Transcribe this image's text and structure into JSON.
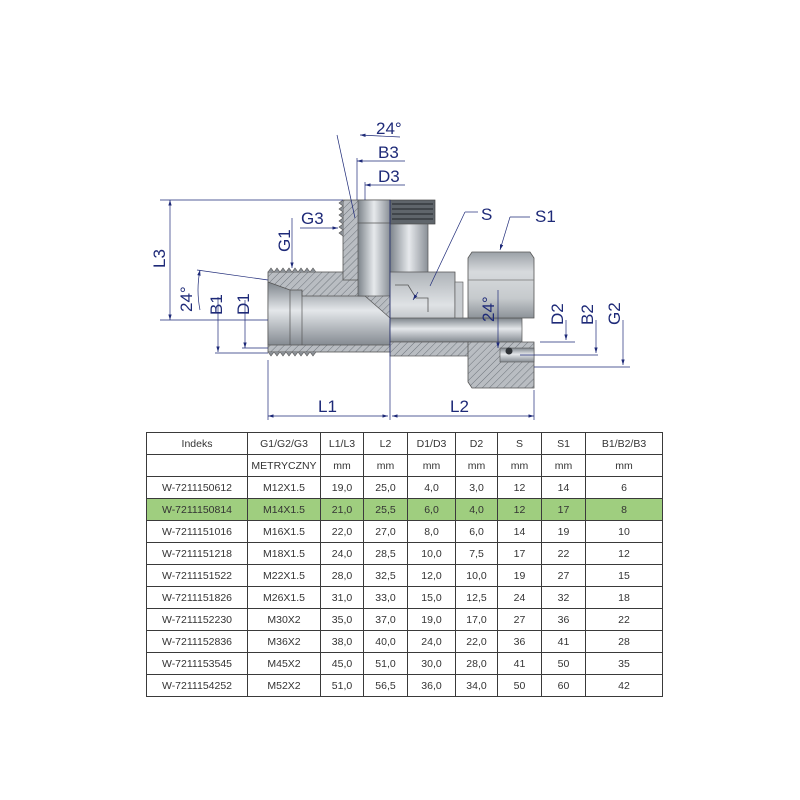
{
  "drawing": {
    "labels": {
      "angle_top": "24°",
      "b3": "B3",
      "d3": "D3",
      "g3": "G3",
      "g1": "G1",
      "l3": "L3",
      "angle_left": "24°",
      "b1": "B1",
      "d1": "D1",
      "s": "S",
      "s1": "S1",
      "angle_right": "24°",
      "d2": "D2",
      "b2": "B2",
      "g2": "G2",
      "l1": "L1",
      "l2": "L2"
    },
    "colors": {
      "dimension": "#1e2a78",
      "metal_light": "#d6d9dd",
      "metal_dark": "#6f757c",
      "section_hatch": "#8a8f95",
      "highlight_row": "#9fce7f"
    }
  },
  "table": {
    "headers": [
      "Indeks",
      "G1/G2/G3",
      "L1/L3",
      "L2",
      "D1/D3",
      "D2",
      "S",
      "S1",
      "B1/B2/B3"
    ],
    "units": [
      "",
      "METRYCZNY",
      "mm",
      "mm",
      "mm",
      "mm",
      "mm",
      "mm",
      "mm"
    ],
    "highlighted_row_index": 1,
    "rows": [
      [
        "W-7211150612",
        "M12X1.5",
        "19,0",
        "25,0",
        "4,0",
        "3,0",
        "12",
        "14",
        "6"
      ],
      [
        "W-7211150814",
        "M14X1.5",
        "21,0",
        "25,5",
        "6,0",
        "4,0",
        "12",
        "17",
        "8"
      ],
      [
        "W-7211151016",
        "M16X1.5",
        "22,0",
        "27,0",
        "8,0",
        "6,0",
        "14",
        "19",
        "10"
      ],
      [
        "W-7211151218",
        "M18X1.5",
        "24,0",
        "28,5",
        "10,0",
        "7,5",
        "17",
        "22",
        "12"
      ],
      [
        "W-7211151522",
        "M22X1.5",
        "28,0",
        "32,5",
        "12,0",
        "10,0",
        "19",
        "27",
        "15"
      ],
      [
        "W-7211151826",
        "M26X1.5",
        "31,0",
        "33,0",
        "15,0",
        "12,5",
        "24",
        "32",
        "18"
      ],
      [
        "W-7211152230",
        "M30X2",
        "35,0",
        "37,0",
        "19,0",
        "17,0",
        "27",
        "36",
        "22"
      ],
      [
        "W-7211152836",
        "M36X2",
        "38,0",
        "40,0",
        "24,0",
        "22,0",
        "36",
        "41",
        "28"
      ],
      [
        "W-7211153545",
        "M45X2",
        "45,0",
        "51,0",
        "30,0",
        "28,0",
        "41",
        "50",
        "35"
      ],
      [
        "W-7211154252",
        "M52X2",
        "51,0",
        "56,5",
        "36,0",
        "34,0",
        "50",
        "60",
        "42"
      ]
    ]
  }
}
